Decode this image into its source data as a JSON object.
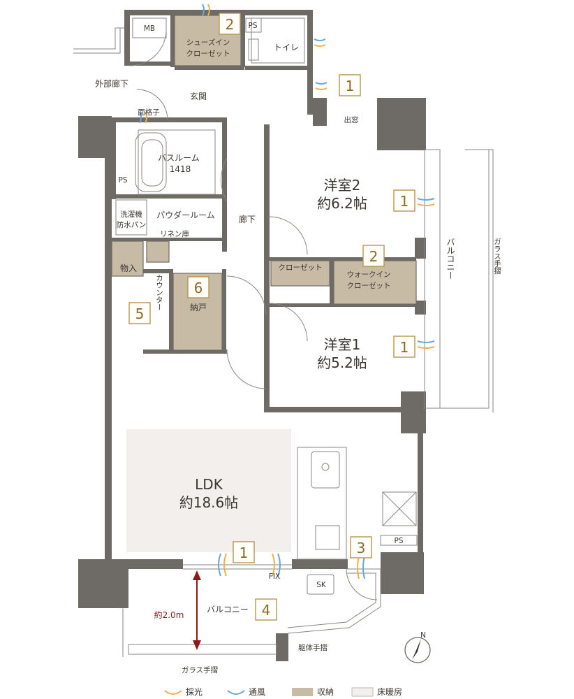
{
  "rooms": {
    "ldk_name": "LDK",
    "ldk_size": "約18.6帖",
    "western2_name": "洋室2",
    "western2_size": "約6.2帖",
    "western1_name": "洋室1",
    "western1_size": "約5.2帖",
    "bath_name": "バスルーム",
    "bath_size": "1418",
    "powder": "パウダールーム",
    "entrance": "玄関",
    "corridor": "廊下",
    "toilet": "トイレ",
    "shoes_closet_1": "シューズイン",
    "shoes_closet_2": "クローゼット",
    "closet": "クローゼット",
    "walkin_1": "ウォークイン",
    "walkin_2": "クローゼット",
    "storage": "物入",
    "linen": "リネン庫",
    "nando": "納戸",
    "counter": "カウンター",
    "washer_1": "洗濯機",
    "washer_2": "防水パン",
    "balcony_right": "バルコニー",
    "balcony_bottom": "バルコニー",
    "glass_rail_right": "ガラス手摺",
    "glass_rail_bottom": "ガラス手摺",
    "body_rail": "躯体手摺",
    "outer_corridor": "外部廊下",
    "lattice": "面格子",
    "bay_window": "出窓",
    "mb": "MB",
    "ps": "PS",
    "sk": "SK",
    "fix": "FIX",
    "depth": "約2.0m"
  },
  "badges": [
    "1",
    "2",
    "3",
    "4",
    "5",
    "6"
  ],
  "legend": {
    "light": "採光",
    "wind": "通風",
    "storage": "収納",
    "heating": "床暖房"
  },
  "compass": "N",
  "colors": {
    "light": "#f0b04a",
    "wind": "#6aa6d8",
    "storage": "#c7bba5",
    "heating": "#f2efec",
    "badge": "#b8944a",
    "wall": "#6e6a66"
  }
}
